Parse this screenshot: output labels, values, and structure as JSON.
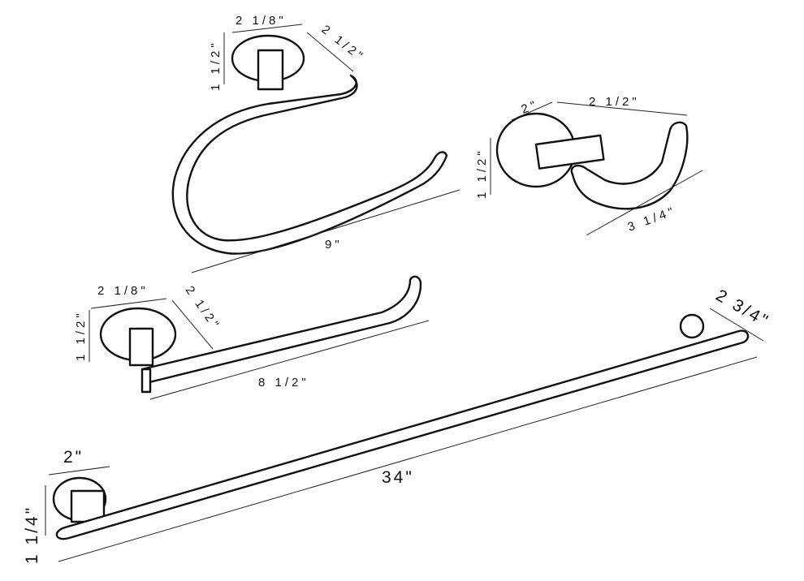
{
  "diagram": {
    "towel_ring": {
      "depth": "2 1/8\"",
      "projection": "2 1/2\"",
      "height": "1 1/2\"",
      "width": "9\""
    },
    "robe_hook": {
      "depth": "2\"",
      "width": "2 1/2\"",
      "height": "1 1/2\"",
      "projection": "3 1/4\""
    },
    "hand_towel_bar": {
      "depth": "2 1/8\"",
      "projection": "2 1/2\"",
      "height": "1 1/2\"",
      "length": "8 1/2\""
    },
    "towel_bar": {
      "projection": "2 3/4\"",
      "depth": "2\"",
      "length": "34\"",
      "height": "1 1/4\""
    }
  }
}
